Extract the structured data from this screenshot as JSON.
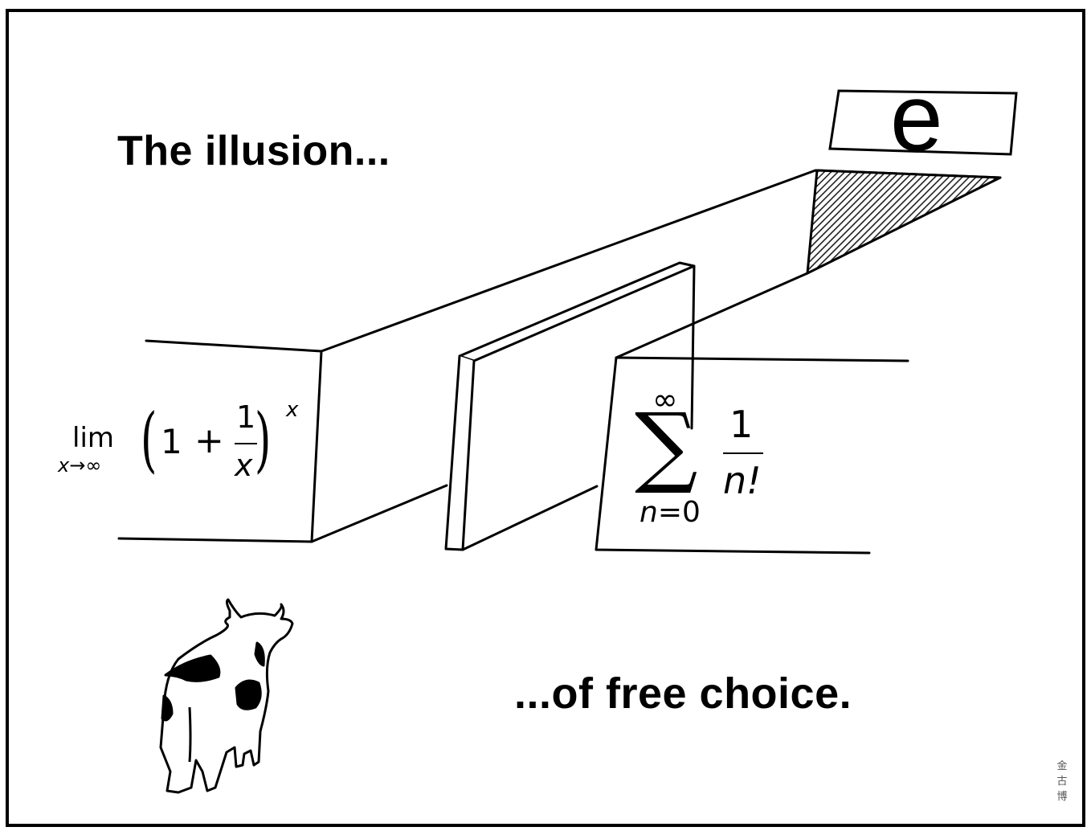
{
  "comic": {
    "caption_top": "The illusion...",
    "caption_bottom": "...of free choice.",
    "destination_sign": "e",
    "left_path_formula": {
      "operator": "lim",
      "subscript": "x→∞",
      "one": "1",
      "plus": "+",
      "numerator": "1",
      "denominator": "x",
      "exponent": "x"
    },
    "right_path_formula": {
      "upper_limit": "∞",
      "sigma": "∑",
      "lower_limit_var": "n",
      "lower_limit_rest": "=0",
      "numerator": "1",
      "denominator": "n!"
    },
    "signature": [
      "金",
      "古",
      "博"
    ],
    "colors": {
      "ink": "#000000",
      "paper": "#ffffff",
      "hatch": "#222222"
    }
  }
}
